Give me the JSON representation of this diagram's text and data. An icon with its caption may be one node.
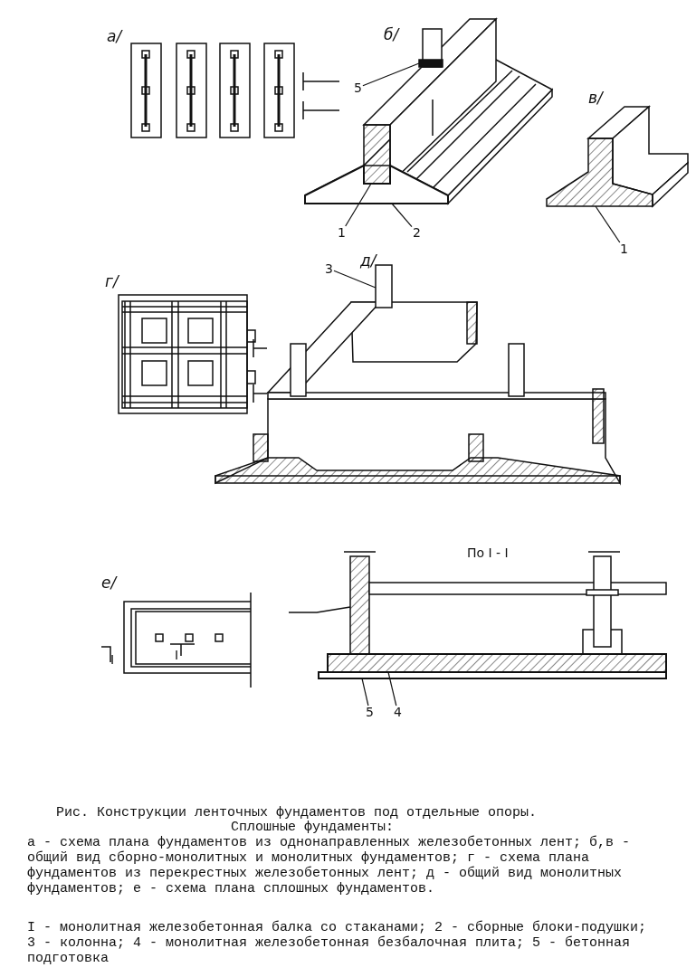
{
  "diagram": {
    "title": "Рис. Конструкции ленточных фундаментов под отдельные опоры.",
    "nodes": [
      {
        "text": [
          "5"
        ]
      },
      {
        "text": [
          "1"
        ]
      },
      {
        "text": [
          "2"
        ]
      },
      {
        "text": [
          "1"
        ]
      },
      {
        "text": [
          "3"
        ]
      },
      {
        "text": [
          "5"
        ]
      },
      {
        "text": [
          "4"
        ]
      },
      {
        "text": [],
        "shape": "box"
      },
      {
        "text": [],
        "shape": "box"
      },
      {
        "text": [],
        "shape": "bar"
      },
      {
        "text": [],
        "shape": "box"
      },
      {
        "text": [],
        "shape": "box"
      },
      {
        "text": [],
        "shape": "bar"
      },
      {
        "text": [],
        "shape": "bar"
      }
    ],
    "edges": [
      {
        "from": 0,
        "to": 7,
        "arrow": "none"
      },
      {
        "from": 1,
        "to": 8,
        "arrow": "none"
      },
      {
        "from": 2,
        "to": 9,
        "arrow": "none"
      },
      {
        "from": 3,
        "to": 10,
        "arrow": "none"
      },
      {
        "from": 4,
        "to": 11,
        "arrow": "none"
      },
      {
        "from": 5,
        "to": 13,
        "arrow": "none"
      },
      {
        "from": 6,
        "to": 12,
        "arrow": "none"
      }
    ],
    "labels": [
      "а/",
      "б/",
      "в/",
      "г/",
      "д/",
      "е/",
      "I",
      "I",
      "По I - I",
      "Сплошные фундаменты:",
      "а - схема плана фундаментов из однонаправленных железобетонных лент; б,в - общий вид сборно-монолитных и монолитных фундаментов; г - схема плана фундаментов из перекрестных железобетонных лент; д - общий вид монолитных фундаментов; е - схема плана сплошных фундаментов.",
      "I - монолитная железобетонная балка со стаканами; 2 - сборные блоки-подушки; 3 - колонна; 4 - монолитная железобетонная безбалочная плита; 5 - бетонная подготовка"
    ]
  }
}
